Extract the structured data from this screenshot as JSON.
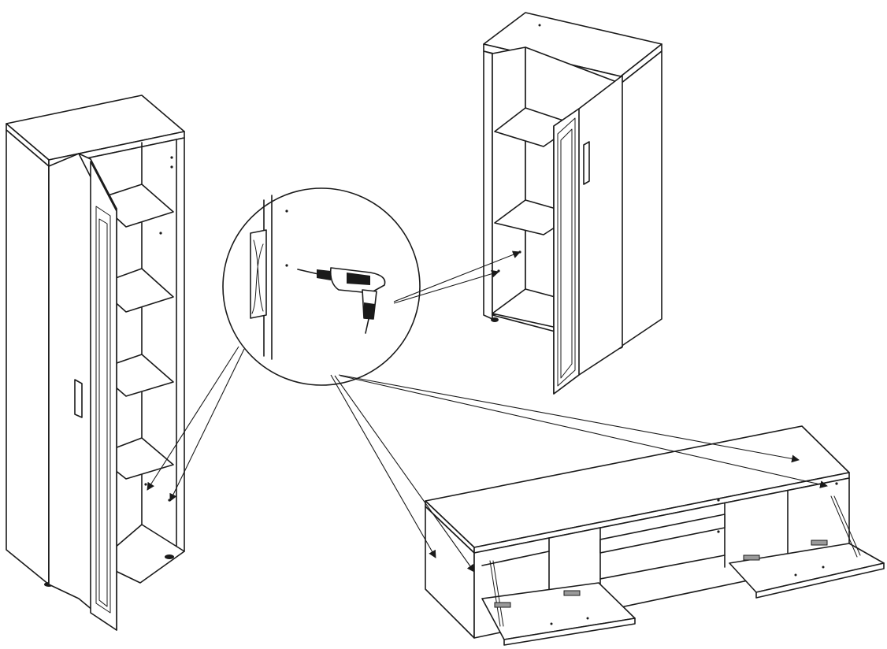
{
  "figure": {
    "kind": "furniture-assembly-instruction",
    "pieces": [
      {
        "id": "tall-glass-cabinet",
        "icon": "tall-cabinet-glass-door"
      },
      {
        "id": "short-glass-cabinet",
        "icon": "short-cabinet-glass-door"
      },
      {
        "id": "tv-stand",
        "icon": "low-tv-unit-drop-doors"
      }
    ],
    "detail": {
      "icon": "drill-into-back-panel-magnifier"
    },
    "colors": {
      "line": "#1a1a1a",
      "background": "#ffffff",
      "accent": "#9a9a9a"
    }
  }
}
